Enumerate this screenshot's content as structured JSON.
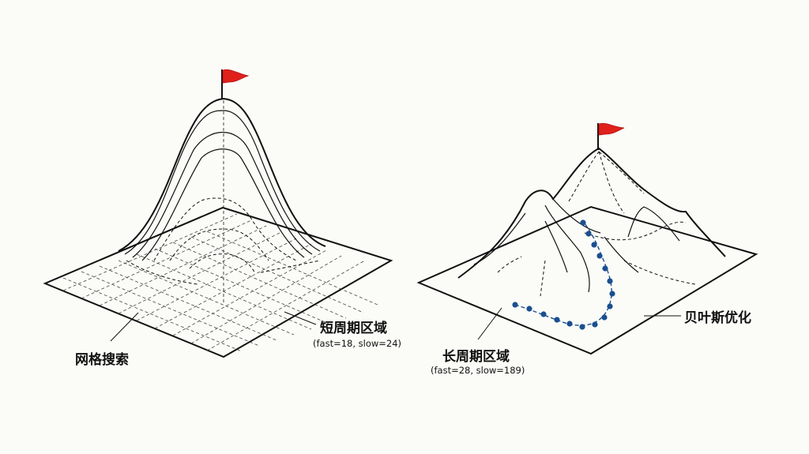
{
  "left_figure": {
    "label_method": "网格搜索",
    "label_region": "短周期区域",
    "label_params": "(fast=18, slow=24)"
  },
  "right_figure": {
    "label_region": "长周期区域",
    "label_params": "(fast=28, slow=189)",
    "label_method": "贝叶斯优化"
  },
  "colors": {
    "flag": "#e0201b",
    "path_dots": "#1a4f8f",
    "ink": "#111111"
  }
}
